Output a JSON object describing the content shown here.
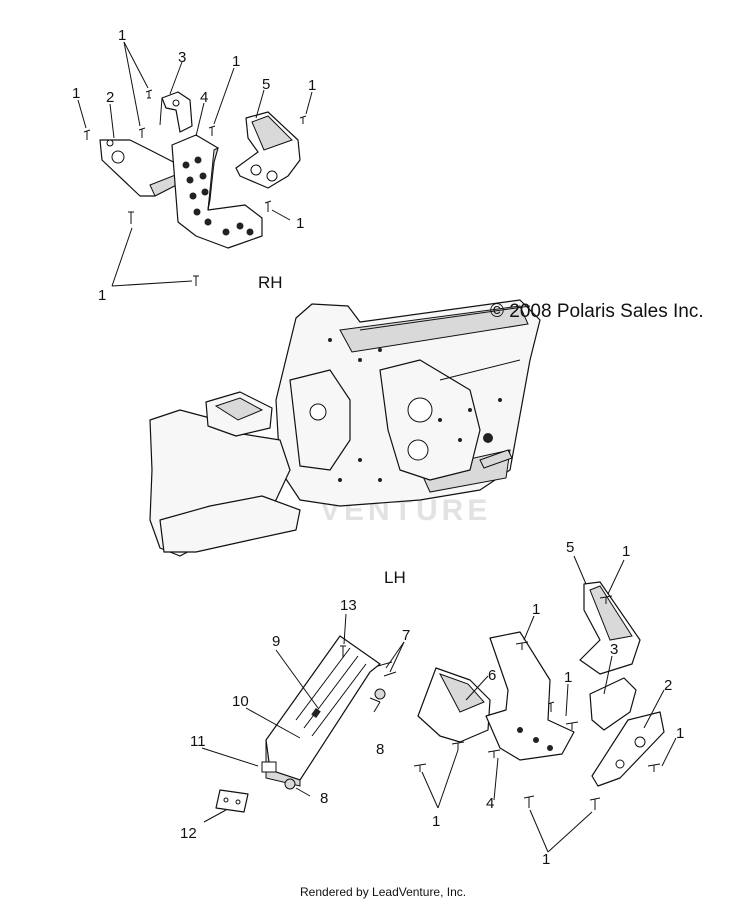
{
  "copyright": "© 2008 Polaris Sales Inc.",
  "footer": "Rendered by LeadVenture, Inc.",
  "watermark": "VENTURE",
  "side_labels": {
    "rh": "RH",
    "lh": "LH"
  },
  "callouts_rh": [
    "1",
    "3",
    "1",
    "1",
    "2",
    "4",
    "5",
    "1",
    "1",
    "1"
  ],
  "callouts_lh": [
    "5",
    "1",
    "13",
    "1",
    "7",
    "9",
    "6",
    "3",
    "1",
    "2",
    "10",
    "8",
    "1",
    "11",
    "4",
    "8",
    "1",
    "12",
    "1"
  ]
}
